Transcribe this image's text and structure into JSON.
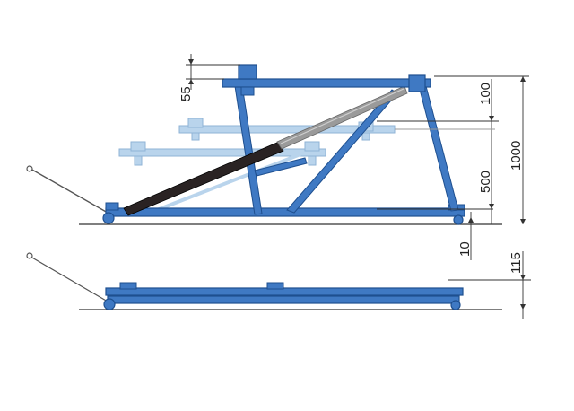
{
  "dimensions": {
    "d55": "55",
    "d100": "100",
    "d1000": "1000",
    "d500": "500",
    "d10": "10",
    "d115": "115"
  },
  "colors": {
    "frame": "#3f79c3",
    "frame_dark": "#1e4f8f",
    "ghost": "#b9d4ec",
    "ghost_dark": "#8fb3d6",
    "cylinder": "#2a2323",
    "rod": "#8c8c8c",
    "dimension": "#333333"
  }
}
